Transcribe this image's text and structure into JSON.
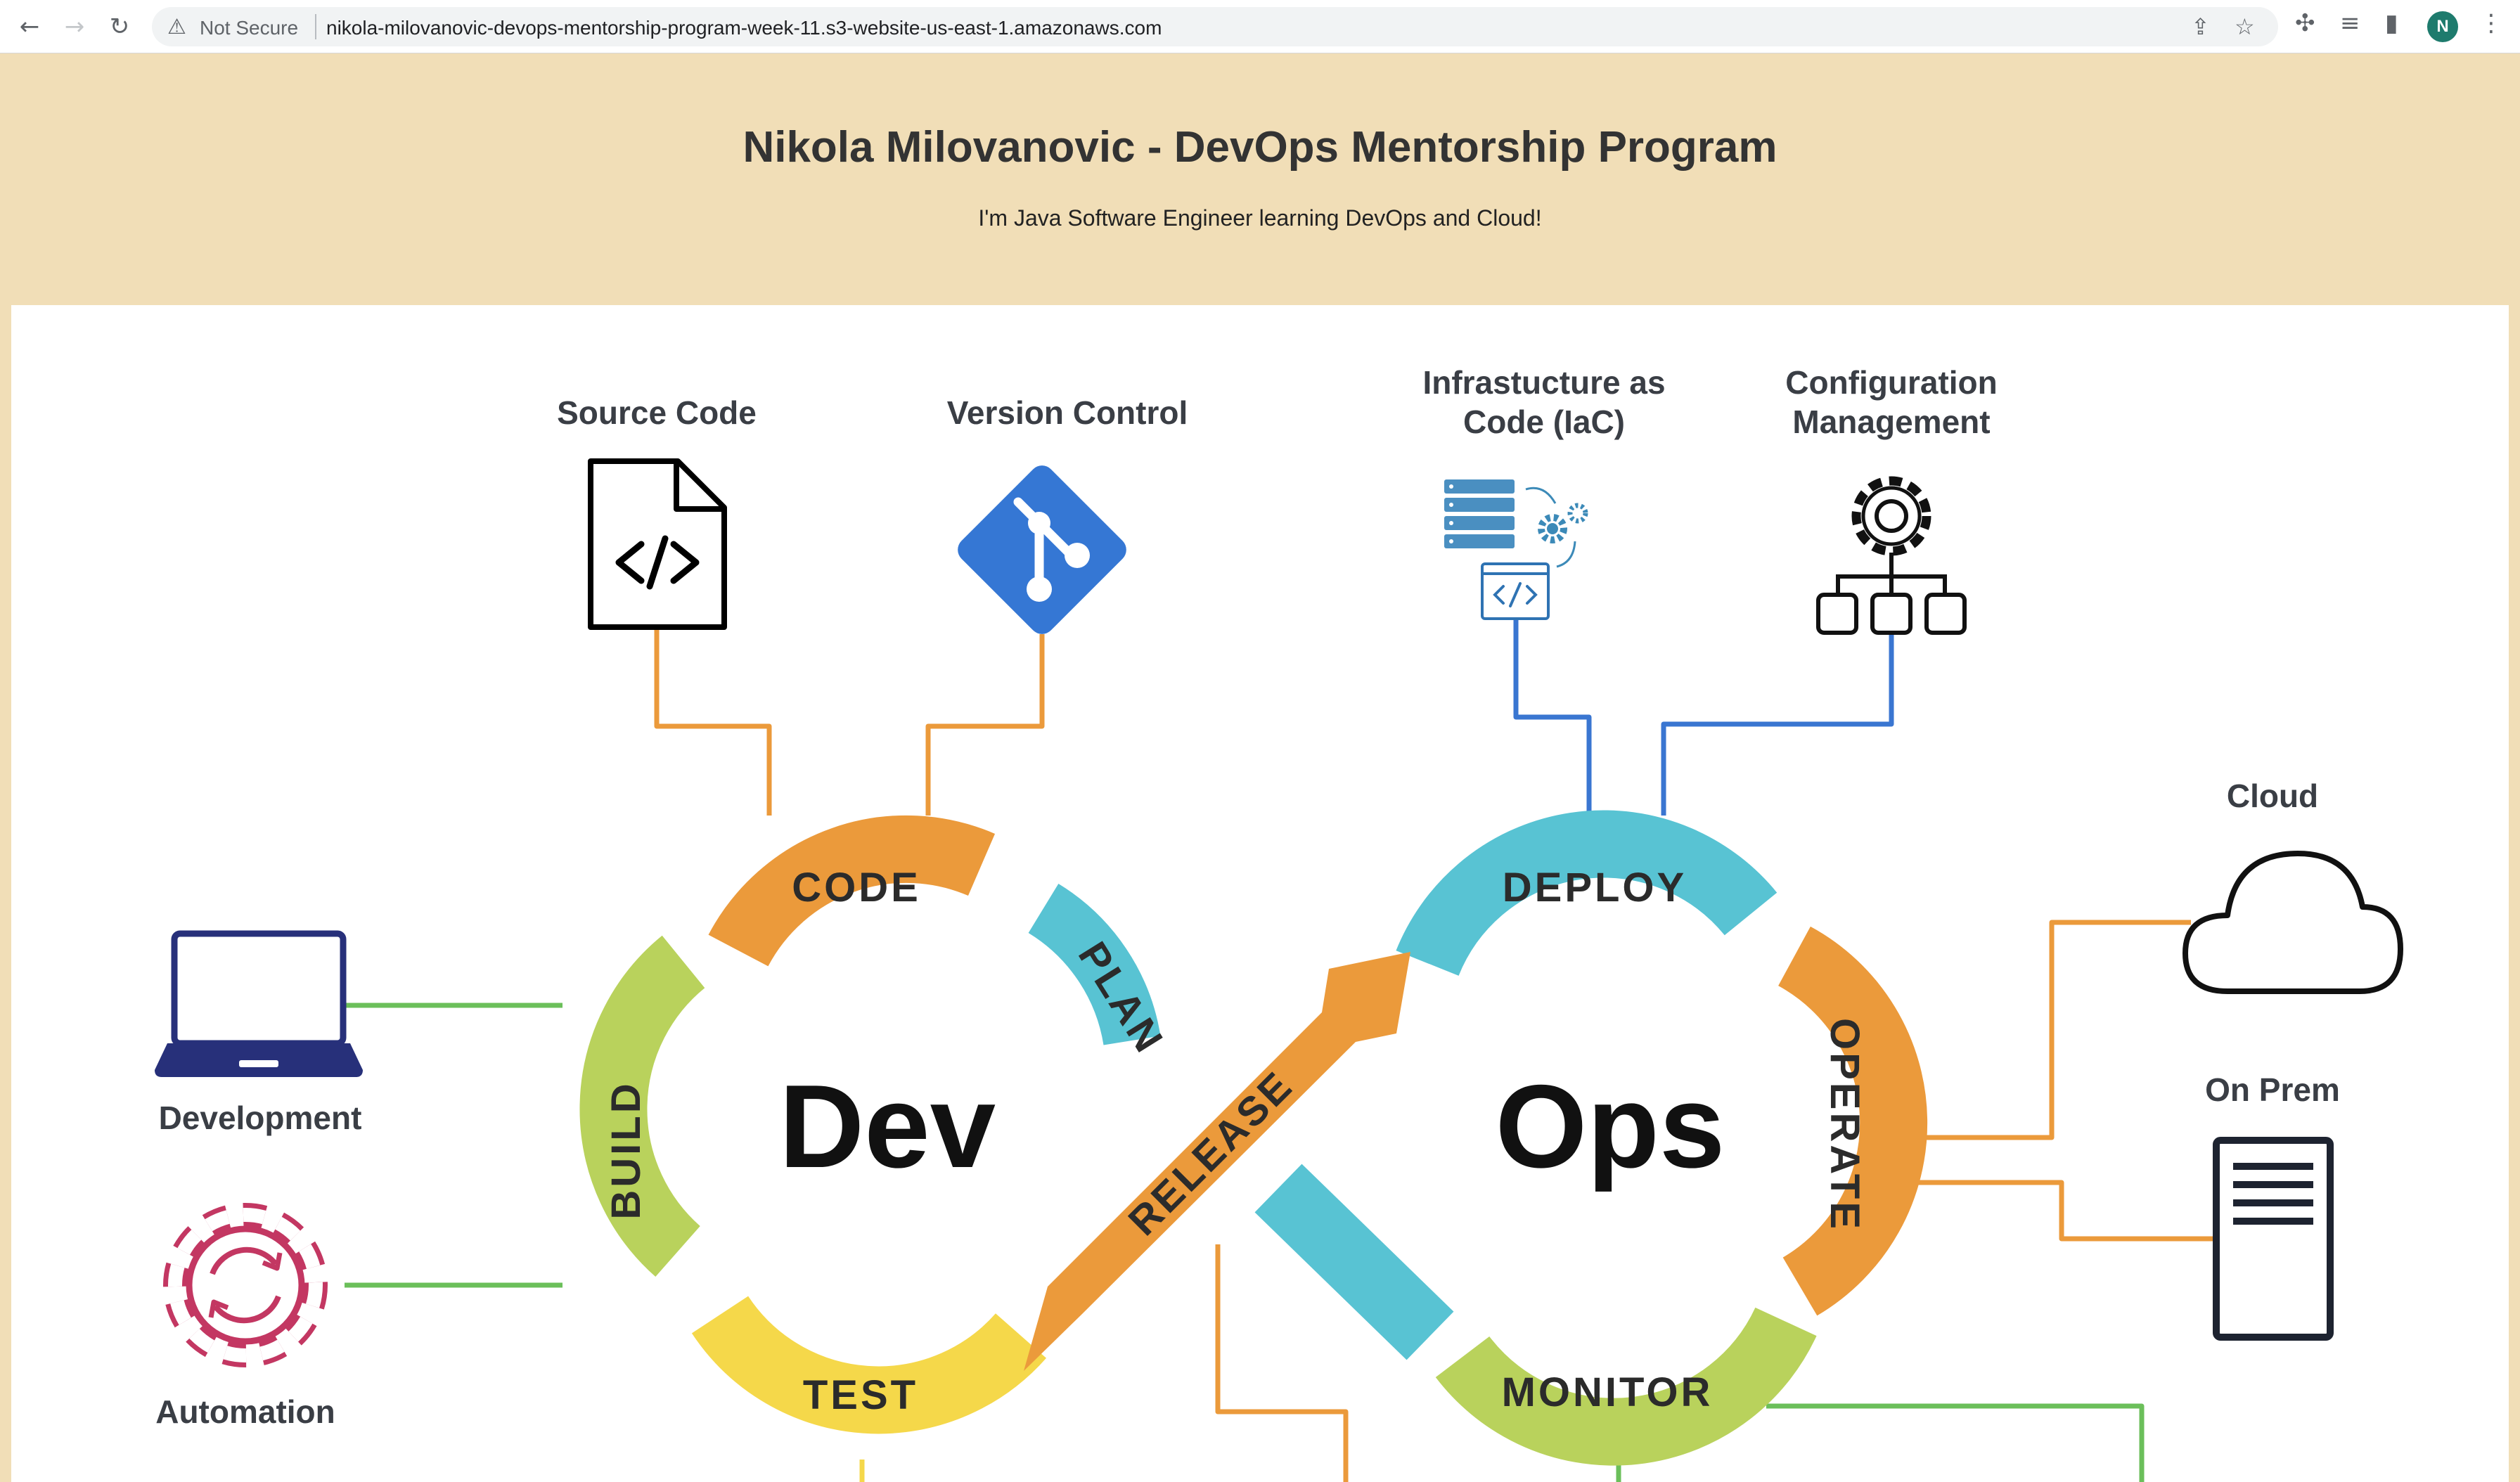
{
  "browser": {
    "security_label": "Not Secure",
    "url": "nikola-milovanovic-devops-mentorship-program-week-11.s3-website-us-east-1.amazonaws.com",
    "profile_initial": "N"
  },
  "page": {
    "title": "Nikola Milovanovic - DevOps Mentorship Program",
    "subtitle": "I'm Java Software Engineer learning DevOps and Cloud!"
  },
  "diagram": {
    "top_labels": {
      "source_code": "Source Code",
      "version_control": "Version Control",
      "iac_line1": "Infrastucture as",
      "iac_line2": "Code (IaC)",
      "config_line1": "Configuration",
      "config_line2": "Management"
    },
    "left_labels": {
      "development": "Development",
      "automation": "Automation"
    },
    "right_labels": {
      "cloud": "Cloud",
      "on_prem": "On Prem"
    },
    "loop": {
      "dev": "Dev",
      "ops": "Ops",
      "stages": {
        "code": "CODE",
        "plan": "PLAN",
        "build": "BUILD",
        "test": "TEST",
        "release": "RELEASE",
        "deploy": "DEPLOY",
        "operate": "OPERATE",
        "monitor": "MONITOR"
      }
    },
    "colors": {
      "orange": "#eb9a3b",
      "yellow": "#f5d84a",
      "green": "#b9d25c",
      "teal": "#58c3d3",
      "blue_line": "#3a76d1",
      "green_line": "#6bbf5a",
      "git_blue": "#3577d4",
      "gear_red": "#c33762",
      "laptop_navy": "#27307a"
    }
  }
}
